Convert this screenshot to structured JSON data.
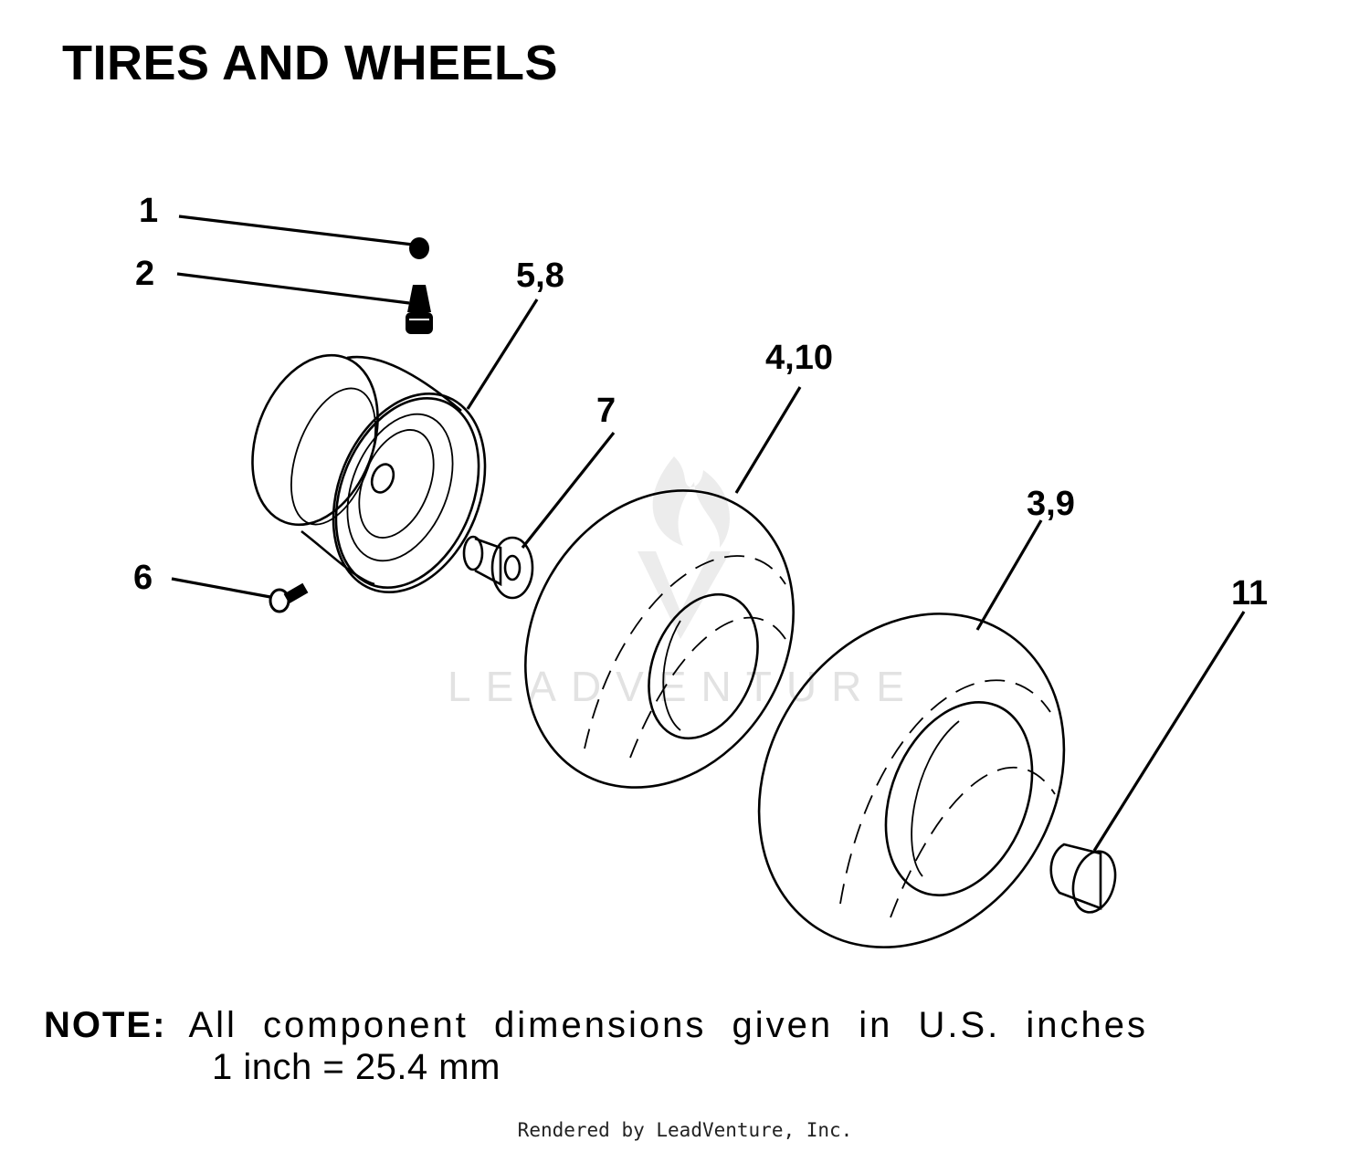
{
  "title": "TIRES AND WHEELS",
  "callouts": {
    "c1": "1",
    "c2": "2",
    "c5_8": "5,8",
    "c7": "7",
    "c4_10": "4,10",
    "c6": "6",
    "c3_9": "3,9",
    "c11": "11"
  },
  "watermark": "LEADVENTURE",
  "note": {
    "label": "NOTE:",
    "text": "All component dimensions given in U.S. inches",
    "conversion": "1 inch = 25.4 mm"
  },
  "footer": "Rendered by LeadVenture, Inc."
}
